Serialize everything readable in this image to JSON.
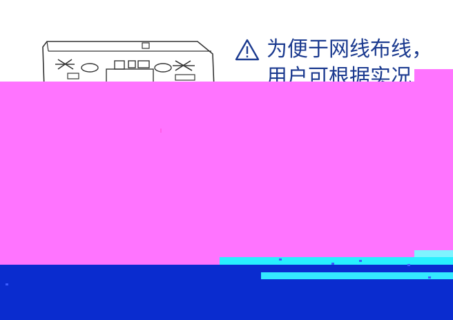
{
  "warning": {
    "icon": "warning-triangle-icon",
    "line1": "为便于网线布线，",
    "line2": "用户可根据实况"
  },
  "device": {
    "icon": "wall-plate-device-illustration"
  },
  "colors": {
    "text": "#1b3a8f",
    "magenta": "#ff74ff",
    "blue": "#0a2ccf",
    "cyan": "#28f0ff"
  }
}
